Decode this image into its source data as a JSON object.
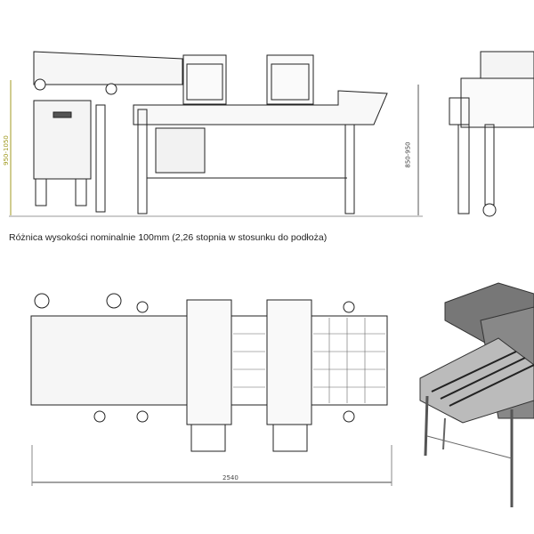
{
  "caption": "Różnica wysokości nominalnie 100mm (2,26 stopnia w stosunku do podłoża)",
  "dimensions": {
    "left_height": "950-1050",
    "right_height": "850-950",
    "total_length": "2540"
  },
  "colors": {
    "line": "#222222",
    "dimension_left": "#a09a20",
    "fill": "#f4f4f4",
    "iso_dark": "#555555"
  }
}
